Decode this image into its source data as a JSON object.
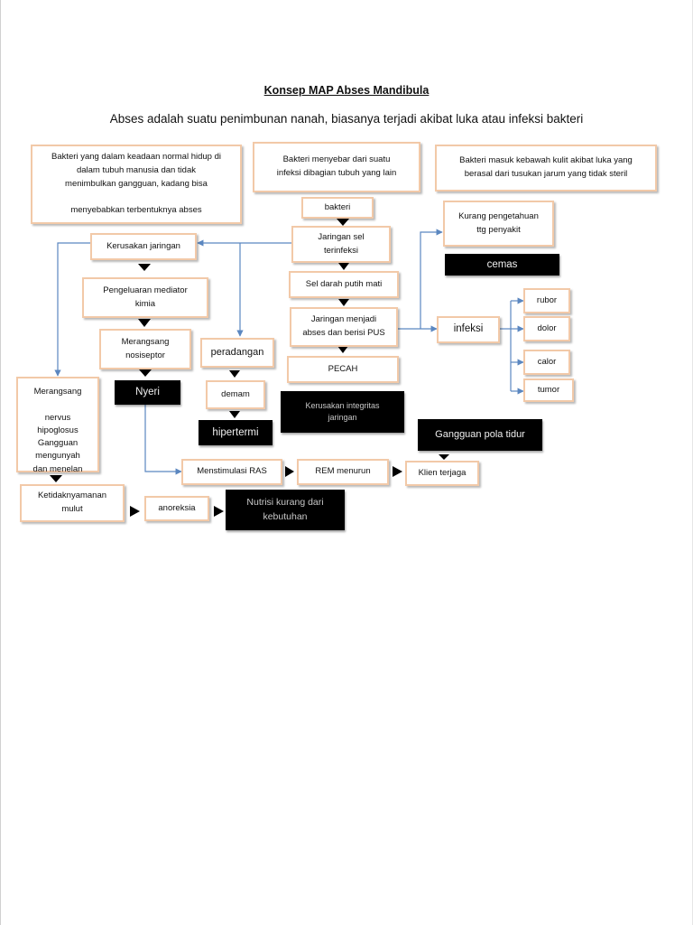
{
  "title": "Konsep MAP Abses Mandibula",
  "subtitle": "Abses adalah suatu penimbunan nanah, biasanya terjadi akibat luka atau infeksi bakteri",
  "nodes": {
    "bakteri_normal": "Bakteri yang dalam keadaan normal hidup di\ndalam tubuh manusia dan tidak\nmenimbulkan gangguan, kadang bisa\n\nmenyebabkan terbentuknya abses",
    "bakteri_menyebar": "Bakteri menyebar dari suatu\ninfeksi dibagian tubuh yang lain",
    "bakteri_masuk": "Bakteri masuk kebawah kulit akibat luka yang\nberasal dari tusukan jarum yang tidak steril",
    "bakteri": "bakteri",
    "kurang_pengetahuan": "Kurang pengetahuan\nttg penyakit",
    "cemas": "cemas",
    "kerusakan_jaringan": "Kerusakan jaringan",
    "jaringan_sel": "Jaringan sel\nterinfeksi",
    "pengeluaran_mediator": "Pengeluaran mediator\nkimia",
    "sel_darah": "Sel darah putih mati",
    "rubor": "rubor",
    "merangsang_nosiseptor": "Merangsang\nnosiseptor",
    "peradangan": "peradangan",
    "jaringan_abses": "Jaringan menjadi\nabses dan berisi PUS",
    "infeksi": "infeksi",
    "dolor": "dolor",
    "pecah": "PECAH",
    "calor": "calor",
    "merangsang_nervus": "Merangsang\n\nnervus\nhipoglosus",
    "gangguan_mengunyah": "Gangguan\nmengunyah\ndan menelan",
    "nyeri": "Nyeri",
    "demam": "demam",
    "tumor": "tumor",
    "kerusakan_integritas": "Kerusakan integritas\njaringan",
    "hipertermi": "hipertermi",
    "gangguan_pola_tidur": "Gangguan pola tidur",
    "menstimulasi_ras": "Menstimulasi RAS",
    "rem_menurun": "REM menurun",
    "klien_terjaga": "Klien terjaga",
    "ketidaknyamanan": "Ketidaknyamanan\nmulut",
    "anoreksia": "anoreksia",
    "nutrisi": "Nutrisi kurang dari\nkebutuhan"
  },
  "colors": {
    "box_border": "#f2c9a8",
    "connector": "#5b87c0",
    "arrowhead": "#000000",
    "dark_box": "#000000"
  }
}
